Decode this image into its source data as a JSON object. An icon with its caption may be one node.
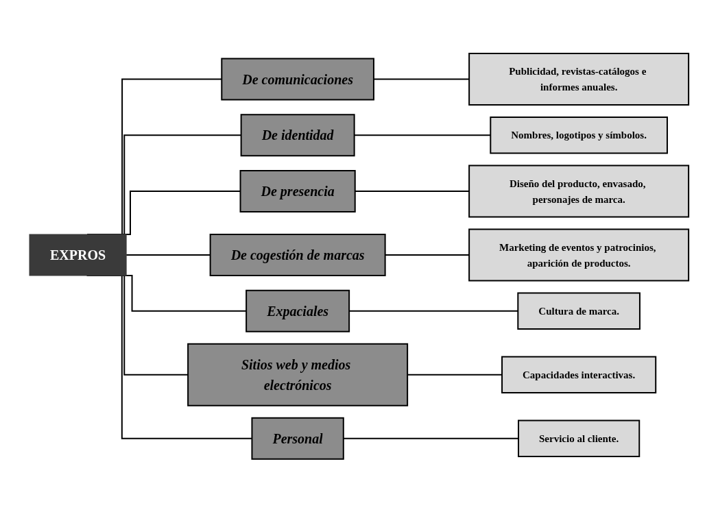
{
  "diagram": {
    "nodes": [
      {
        "text": [
          "EXPROS"
        ]
      },
      {
        "text": [
          "De comunicaciones"
        ]
      },
      {
        "text": [
          "Publicidad, revistas-catálogos e informes anuales."
        ]
      },
      {
        "text": [
          "De identidad"
        ]
      },
      {
        "text": [
          "Nombres, logotipos y símbolos."
        ]
      },
      {
        "text": [
          "De presencia"
        ]
      },
      {
        "text": [
          "Diseño del producto, envasado, personajes de marca."
        ]
      },
      {
        "text": [
          "De cogestión de marcas"
        ]
      },
      {
        "text": [
          "Marketing de eventos y patrocinios, aparición de productos."
        ]
      },
      {
        "text": [
          "Expaciales"
        ]
      },
      {
        "text": [
          "Cultura de marca."
        ]
      },
      {
        "text": [
          "Sitios web y medios electrónicos"
        ]
      },
      {
        "text": [
          "Capacidades interactivas."
        ]
      },
      {
        "text": [
          "Personal"
        ]
      },
      {
        "text": [
          "Servicio al cliente."
        ]
      }
    ],
    "edges": [
      {
        "from": 0,
        "to": 1,
        "arrow": "none"
      },
      {
        "from": 0,
        "to": 3,
        "arrow": "none"
      },
      {
        "from": 0,
        "to": 5,
        "arrow": "none"
      },
      {
        "from": 0,
        "to": 7,
        "arrow": "none"
      },
      {
        "from": 0,
        "to": 9,
        "arrow": "none"
      },
      {
        "from": 0,
        "to": 11,
        "arrow": "none"
      },
      {
        "from": 0,
        "to": 13,
        "arrow": "none"
      },
      {
        "from": 1,
        "to": 2,
        "arrow": "none"
      },
      {
        "from": 3,
        "to": 4,
        "arrow": "none"
      },
      {
        "from": 5,
        "to": 6,
        "arrow": "none"
      },
      {
        "from": 7,
        "to": 8,
        "arrow": "none"
      },
      {
        "from": 9,
        "to": 10,
        "arrow": "none"
      },
      {
        "from": 11,
        "to": 12,
        "arrow": "none"
      },
      {
        "from": 13,
        "to": 14,
        "arrow": "none"
      }
    ]
  }
}
